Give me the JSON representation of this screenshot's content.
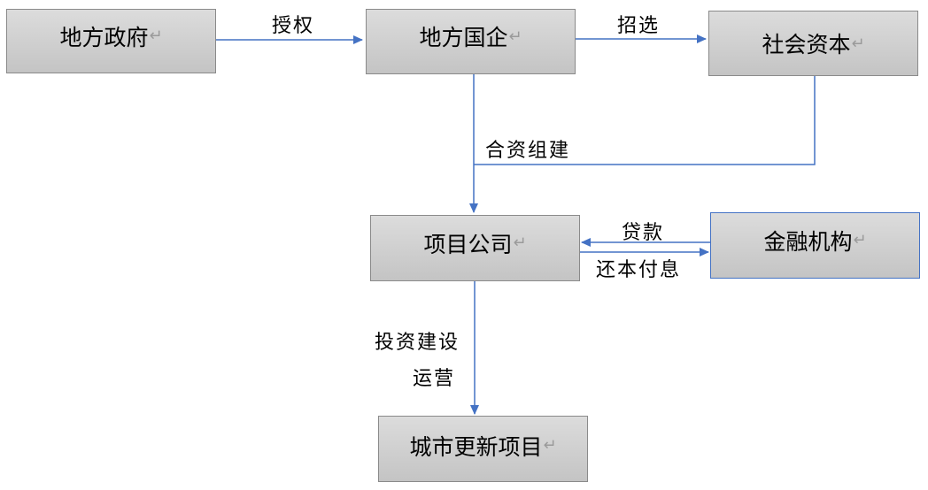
{
  "nodes": {
    "local_gov": "地方政府",
    "local_soe": "地方国企",
    "social_capital": "社会资本",
    "project_company": "项目公司",
    "financial_inst": "金融机构",
    "urban_renewal": "城市更新项目"
  },
  "return_mark": "↵",
  "edges": {
    "authorize": "授权",
    "select": "招选",
    "joint_venture": "合资组建",
    "loan": "贷款",
    "repay": "还本付息",
    "invest_line1": "投资建设",
    "invest_line2": "运营"
  },
  "colors": {
    "arrow": "#4472c4",
    "box_fill": "#d0d0d0",
    "box_border": "#8a8a8a"
  }
}
